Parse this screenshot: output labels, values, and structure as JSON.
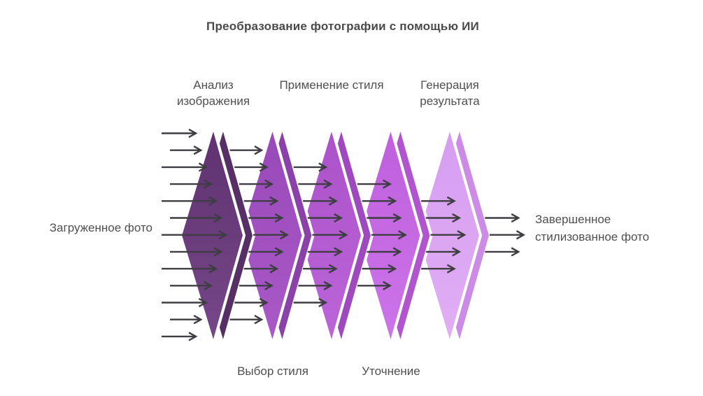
{
  "title": "Преобразование фотографии с помощью ИИ",
  "colors": {
    "background": "#ffffff",
    "title_text": "#4a4a4a",
    "label_text": "#4f4f4f",
    "arrow": "#3d3d42",
    "stripe": "#ffffff"
  },
  "flow": {
    "type": "process-flow-funnel",
    "input_label": "Загруженное фото",
    "output_label": "Завершенное стилизованное фото",
    "stages": [
      {
        "label": "Анализ изображения",
        "label_position": "top",
        "fill_top": "#5e3170",
        "fill_bottom": "#774889",
        "edge_fill": "#563064"
      },
      {
        "label": "Выбор стиля",
        "label_position": "bottom",
        "fill_top": "#9849b9",
        "fill_bottom": "#aa59c7",
        "edge_fill": "#8a42a8"
      },
      {
        "label": "Применение стиля",
        "label_position": "top",
        "fill_top": "#ab51c9",
        "fill_bottom": "#bc65d9",
        "edge_fill": "#9e49bd"
      },
      {
        "label": "Уточнение",
        "label_position": "bottom",
        "fill_top": "#be5fdc",
        "fill_bottom": "#cd74ea",
        "edge_fill": "#b055cd"
      },
      {
        "label": "Генерация результата",
        "label_position": "top",
        "fill_top": "#d69df0",
        "fill_bottom": "#e1aef5",
        "edge_fill": "#cc8be4"
      }
    ],
    "arrow_columns": [
      13,
      11,
      9,
      7,
      5,
      3
    ]
  }
}
